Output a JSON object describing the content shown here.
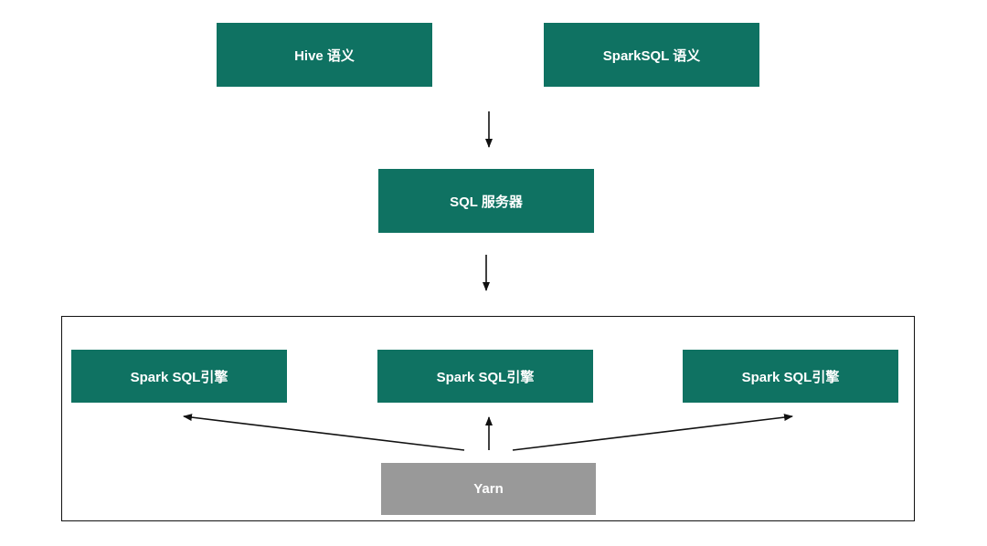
{
  "nodes": {
    "hive": "Hive 语义",
    "sparksql_semantics": "SparkSQL 语义",
    "sql_server": "SQL 服务器",
    "engines": [
      "Spark SQL引擎",
      "Spark SQL引擎",
      "Spark SQL引擎"
    ],
    "yarn": "Yarn"
  },
  "colors": {
    "node_fill": "#0f7262",
    "yarn_fill": "#999999",
    "text": "#ffffff",
    "line": "#111111"
  }
}
